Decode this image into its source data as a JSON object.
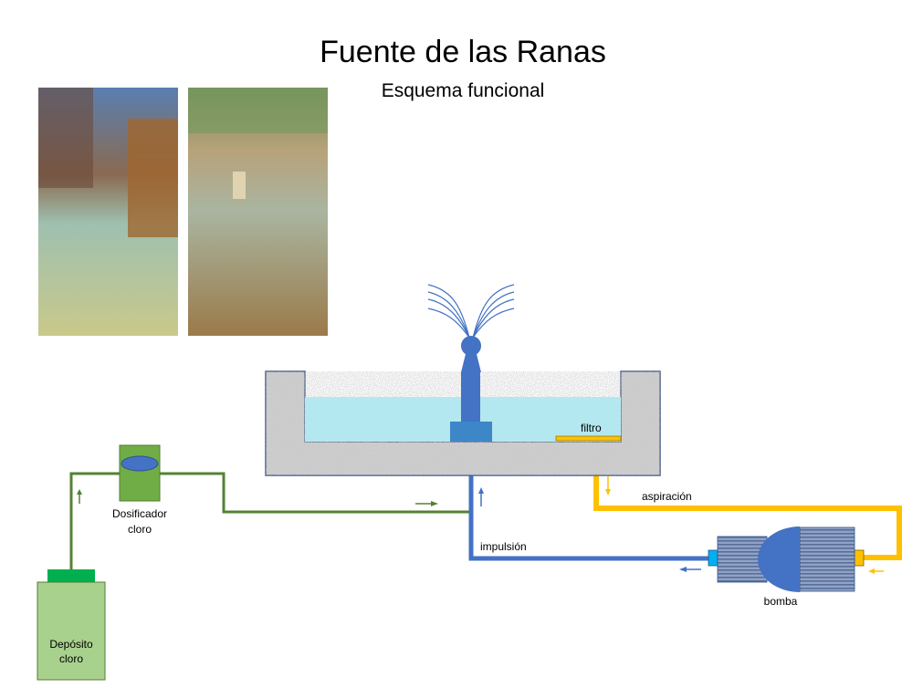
{
  "title": "Fuente de las Ranas",
  "subtitle": "Esquema funcional",
  "photos": [
    "fountain-photo-1",
    "fountain-photo-2"
  ],
  "labels": {
    "filtro": "filtro",
    "aspiracion": "aspiración",
    "impulsion": "impulsión",
    "bomba": "bomba",
    "dosificador_1": "Dosificador",
    "dosificador_2": "cloro",
    "deposito_1": "Depósito",
    "deposito_2": "cloro"
  },
  "colors": {
    "impulsion": "#4472c4",
    "aspiracion": "#ffc000",
    "cloro": "#548235",
    "water": "#b4e8f0",
    "tank": "#a9d18e"
  }
}
